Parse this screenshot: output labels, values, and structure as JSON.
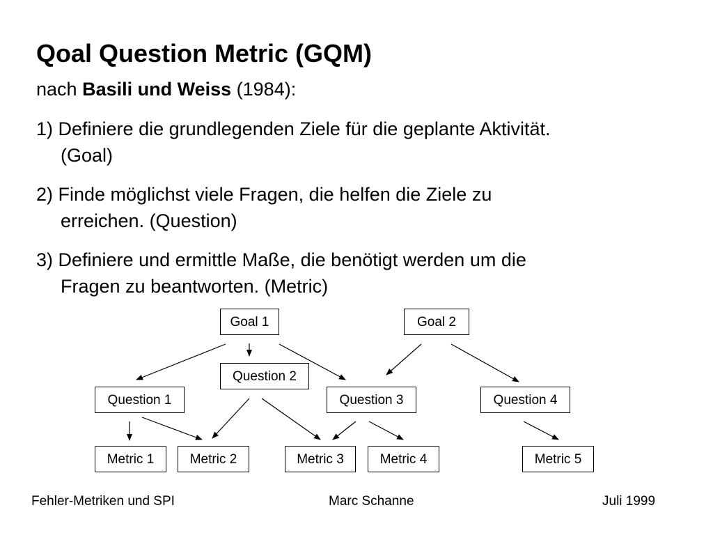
{
  "slide": {
    "title": "Qoal Question Metric (GQM)",
    "subtitle": {
      "prefix": "nach",
      "authors": "Basili und Weiss",
      "suffix": "(1984):"
    },
    "steps": [
      {
        "line1": "1) Definiere die grundlegenden Ziele für die geplante Aktivität.",
        "line2": "(Goal)"
      },
      {
        "line1": "2) Finde möglichst viele Fragen, die helfen die Ziele zu",
        "line2": "erreichen. (Question)"
      },
      {
        "line1": "3) Definiere und ermittle Maße, die benötigt werden um die",
        "line2": "Fragen zu beantworten. (Metric)"
      }
    ]
  },
  "diagram": {
    "goals": [
      "Goal 1",
      "Goal 2"
    ],
    "questions": [
      "Question 1",
      "Question 2",
      "Question 3",
      "Question 4"
    ],
    "metrics": [
      "Metric 1",
      "Metric 2",
      "Metric 3",
      "Metric 4",
      "Metric 5"
    ],
    "edges": [
      [
        "Goal 1",
        "Question 1"
      ],
      [
        "Goal 1",
        "Question 2"
      ],
      [
        "Goal 1",
        "Question 3"
      ],
      [
        "Goal 2",
        "Question 3"
      ],
      [
        "Goal 2",
        "Question 4"
      ],
      [
        "Question 1",
        "Metric 1"
      ],
      [
        "Question 1",
        "Metric 2"
      ],
      [
        "Question 2",
        "Metric 2"
      ],
      [
        "Question 2",
        "Metric 3"
      ],
      [
        "Question 3",
        "Metric 3"
      ],
      [
        "Question 3",
        "Metric 4"
      ],
      [
        "Question 4",
        "Metric 5"
      ]
    ]
  },
  "footer": {
    "left": "Fehler-Metriken und SPI",
    "center": "Marc Schanne",
    "right": "Juli 1999"
  }
}
